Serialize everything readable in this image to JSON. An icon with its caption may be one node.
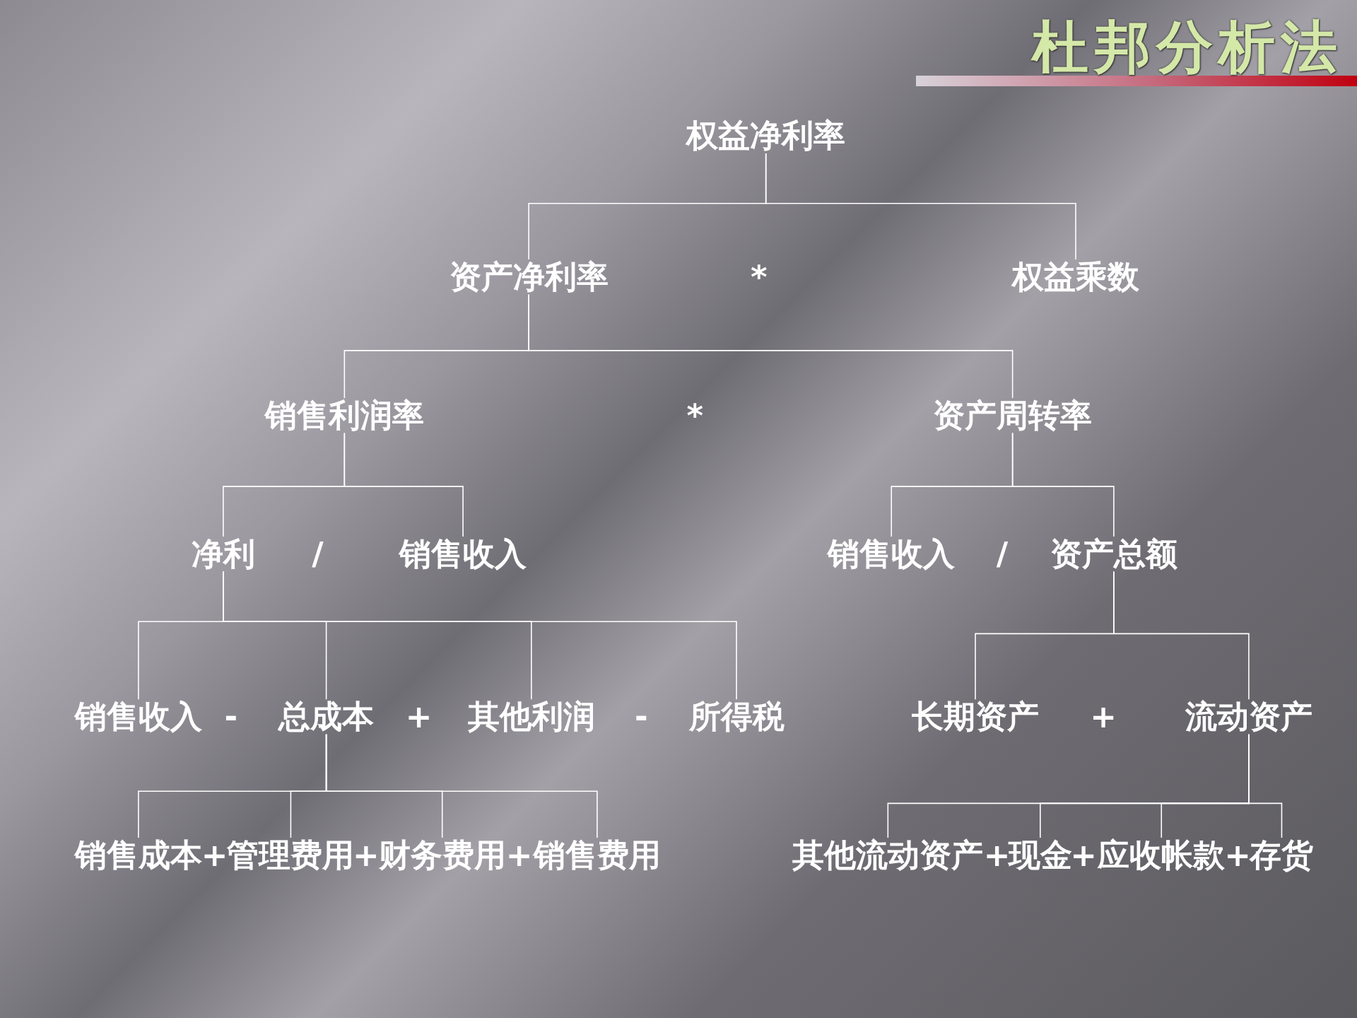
{
  "diagram": {
    "title": "杜邦分析法",
    "nodes": [
      {
        "text": [
          "权益净利率"
        ]
      },
      {
        "text": [
          "资产净利率"
        ]
      },
      {
        "text": [
          "权益乘数"
        ]
      },
      {
        "text": [
          "销售利润率"
        ]
      },
      {
        "text": [
          "资产周转率"
        ]
      },
      {
        "text": [
          "净利"
        ]
      },
      {
        "text": [
          "销售收入"
        ]
      },
      {
        "text": [
          "销售收入"
        ]
      },
      {
        "text": [
          "资产总额"
        ]
      },
      {
        "text": [
          "销售收入"
        ]
      },
      {
        "text": [
          "总成本"
        ]
      },
      {
        "text": [
          "其他利润"
        ]
      },
      {
        "text": [
          "所得税"
        ]
      },
      {
        "text": [
          "长期资产"
        ]
      },
      {
        "text": [
          "流动资产"
        ]
      },
      {
        "text": [
          "销售成本"
        ]
      },
      {
        "text": [
          "管理费用"
        ]
      },
      {
        "text": [
          "财务费用"
        ]
      },
      {
        "text": [
          "销售费用"
        ]
      },
      {
        "text": [
          "其他流动资产"
        ]
      },
      {
        "text": [
          "现金"
        ]
      },
      {
        "text": [
          "应收帐款"
        ]
      },
      {
        "text": [
          "存货"
        ]
      }
    ],
    "edges": [
      {
        "from": 0,
        "to": 1,
        "arrow": "none"
      },
      {
        "from": 0,
        "to": 2,
        "arrow": "none"
      },
      {
        "from": 1,
        "to": 3,
        "arrow": "none"
      },
      {
        "from": 1,
        "to": 4,
        "arrow": "none"
      },
      {
        "from": 3,
        "to": 5,
        "arrow": "none"
      },
      {
        "from": 3,
        "to": 6,
        "arrow": "none"
      },
      {
        "from": 4,
        "to": 7,
        "arrow": "none"
      },
      {
        "from": 4,
        "to": 8,
        "arrow": "none"
      },
      {
        "from": 5,
        "to": 9,
        "arrow": "none"
      },
      {
        "from": 5,
        "to": 10,
        "arrow": "none"
      },
      {
        "from": 5,
        "to": 11,
        "arrow": "none"
      },
      {
        "from": 5,
        "to": 12,
        "arrow": "none"
      },
      {
        "from": 8,
        "to": 13,
        "arrow": "none"
      },
      {
        "from": 8,
        "to": 14,
        "arrow": "none"
      },
      {
        "from": 10,
        "to": 15,
        "arrow": "none"
      },
      {
        "from": 10,
        "to": 16,
        "arrow": "none"
      },
      {
        "from": 10,
        "to": 17,
        "arrow": "none"
      },
      {
        "from": 10,
        "to": 18,
        "arrow": "none"
      },
      {
        "from": 14,
        "to": 19,
        "arrow": "none"
      },
      {
        "from": 14,
        "to": 20,
        "arrow": "none"
      },
      {
        "from": 14,
        "to": 21,
        "arrow": "none"
      },
      {
        "from": 14,
        "to": 22,
        "arrow": "none"
      }
    ],
    "labels": [
      "*",
      "*",
      "/",
      "/",
      "-",
      "+",
      "-",
      "+",
      "+",
      "+",
      "+",
      "+",
      "+",
      "+"
    ]
  }
}
